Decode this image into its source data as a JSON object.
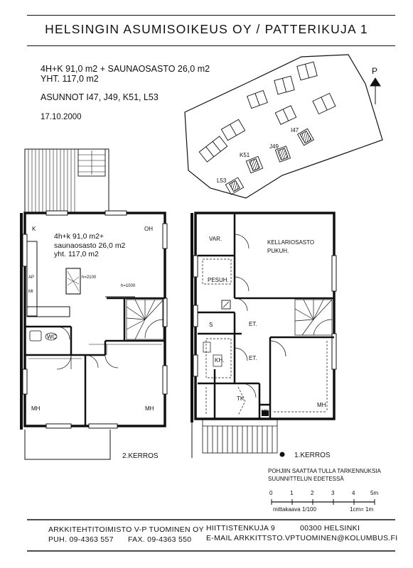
{
  "header": {
    "title": "HELSINGIN ASUMISOIKEUS OY / PATTERIKUJA 1"
  },
  "info": {
    "line1": "4H+K 91,0 m2 + SAUNAOSASTO 26,0 m2",
    "line2": "YHT. 117,0 m2",
    "line3": "ASUNNOT I47, J49, K51, L53",
    "date": "17.10.2000"
  },
  "site_plan": {
    "north": "P",
    "units": [
      "I47",
      "J49",
      "K51",
      "L53"
    ]
  },
  "floor2": {
    "name": "2.KERROS",
    "summary": [
      "4h+k 91,0 m2+",
      "saunaosasto 26,0 m2",
      "yht. 117,0 m2"
    ],
    "rooms": {
      "k": "K",
      "oh": "OH",
      "wc": "WC",
      "mh1": "MH",
      "mh2": "MH"
    },
    "dims": {
      "h2100": "h=2100",
      "h1000": "h=1000"
    },
    "fixtures": {
      "ap": "AP",
      "mi": "MI"
    }
  },
  "floor1": {
    "name": "1.KERROS",
    "rooms": {
      "var": "VAR.",
      "kellari": [
        "KELLARIOSASTO",
        "PUKUH."
      ],
      "pesuh": "PESUH.",
      "s": "S",
      "et1": "ET.",
      "et2": "ET.",
      "kh": "KH.",
      "tk": "TK",
      "mh": "MH",
      "ms": "MS"
    }
  },
  "notes": {
    "lines": [
      "POHJIIN SAATTAA TULLA TARKENNUKSIA",
      "SUUNNITTELUN EDETESSÄ"
    ]
  },
  "scale": {
    "ticks": [
      "0",
      "1",
      "2",
      "3",
      "4",
      "5m"
    ],
    "label": "mittakaava 1/100",
    "unit": "1cm= 1m"
  },
  "footer": {
    "office": "ARKKITEHTITOIMISTO V-P TUOMINEN OY",
    "street": "HIITTISTENKUJA 9",
    "city": "00300 HELSINKI",
    "phone": "PUH. 09-4363 557",
    "fax": "FAX. 09-4363 550",
    "email": "E-MAIL ARKKITTSTO.VPTUOMINEN@KOLUMBUS.FI"
  }
}
